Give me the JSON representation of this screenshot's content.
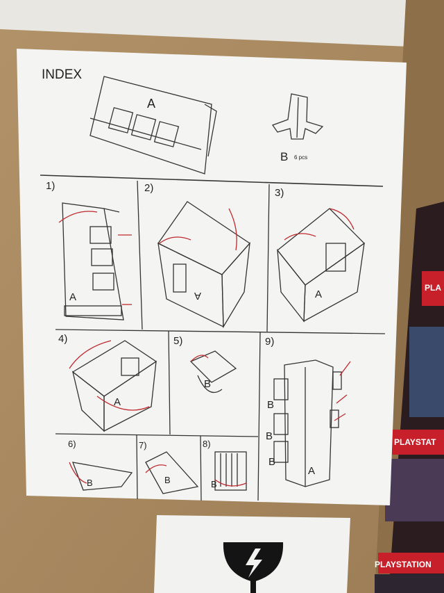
{
  "sheet": {
    "index_title": "INDEX",
    "part_a": "A",
    "part_b": "B",
    "part_b_qty": "6 pcs"
  },
  "steps": [
    "1)",
    "2)",
    "3)",
    "4)",
    "5)",
    "9)",
    "6)",
    "7)",
    "8)"
  ],
  "diagram_labels": {
    "a1": "A",
    "a2": "A",
    "a3": "A",
    "a4": "A",
    "a9": "A",
    "b5": "B",
    "b6": "B",
    "b7": "B",
    "b8": "B",
    "b9a": "B",
    "b9b": "B",
    "b9c": "B"
  },
  "shelf_labels": {
    "top": "PLA",
    "mid": "PLAYSTAT",
    "bottom": "PLAYSTATION"
  },
  "colors": {
    "cardboard": "#a98a62",
    "sheet": "#f4f4f2",
    "shelf_red": "#c8202a",
    "arrow_red": "#c0282c"
  },
  "icons": [
    "wine-glass-fragile-icon"
  ]
}
